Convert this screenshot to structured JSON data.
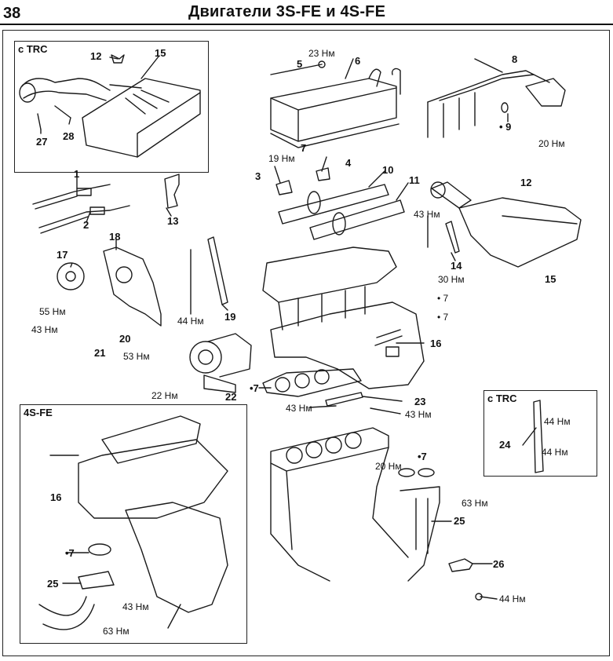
{
  "header": {
    "page_number": "38",
    "title": "Двигатели 3S-FE и 4S-FE"
  },
  "insets": {
    "trc_top": {
      "title": "c TRC"
    },
    "fourSFE": {
      "title": "4S-FE"
    },
    "trc_right": {
      "title": "c TRC"
    }
  },
  "callouts": {
    "p1": "1",
    "p2": "2",
    "p3": "3",
    "p4": "4",
    "p5": "5",
    "p6": "6",
    "p7": "7",
    "p7_dot": "•7",
    "p8": "8",
    "p9": "• 9",
    "p10": "10",
    "p11": "11",
    "p12": "12",
    "p13": "13",
    "p14": "14",
    "p15": "15",
    "p16": "16",
    "p17": "17",
    "p18": "18",
    "p19": "19",
    "p20": "20",
    "p21": "21",
    "p22": "22",
    "p23": "23",
    "p24": "24",
    "p25": "25",
    "p26": "26",
    "p27": "27",
    "p28": "28"
  },
  "torques": {
    "t23": "23 Нм",
    "t19": "19 Нм",
    "t20": "20 Нм",
    "t43": "43 Нм",
    "t30": "30 Нм",
    "t55": "55 Нм",
    "t44": "44 Нм",
    "t53": "53 Нм",
    "t22": "22 Нм",
    "t63": "63 Нм",
    "dot7": "• 7"
  }
}
